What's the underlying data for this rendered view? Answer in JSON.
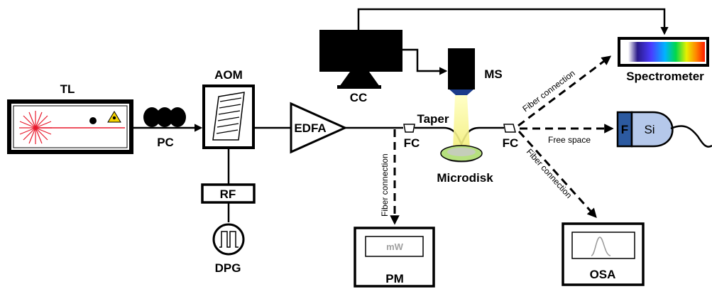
{
  "components": {
    "tl": "TL",
    "pc": "PC",
    "aom": "AOM",
    "rf": "RF",
    "dpg": "DPG",
    "edfa": "EDFA",
    "fc_left": "FC",
    "fc_right": "FC",
    "taper": "Taper",
    "microdisk": "Microdisk",
    "cc": "CC",
    "ms": "MS",
    "spectrometer": "Spectrometer",
    "pm": "PM",
    "pm_display": "mW",
    "osa": "OSA",
    "filter": "F",
    "detector": "Si"
  },
  "connections": {
    "fiber_to_spectrometer": "Fiber connection",
    "free_space": "Free space",
    "fiber_to_osa": "Fiber connection",
    "fiber_to_pm": "Fiber connection"
  },
  "colors": {
    "laser_ray": "#e8192c",
    "laser_line": "#e8192c",
    "warning": "#f5d300",
    "filter": "#2c5aa0",
    "detector": "#b5c8ea",
    "probe_light": "#f3ee7a",
    "objective": "#1a3a8a",
    "microdisk": "#b6e07f",
    "pm_display": "#a0a0a0",
    "osa_display": "#9a9a9a"
  }
}
